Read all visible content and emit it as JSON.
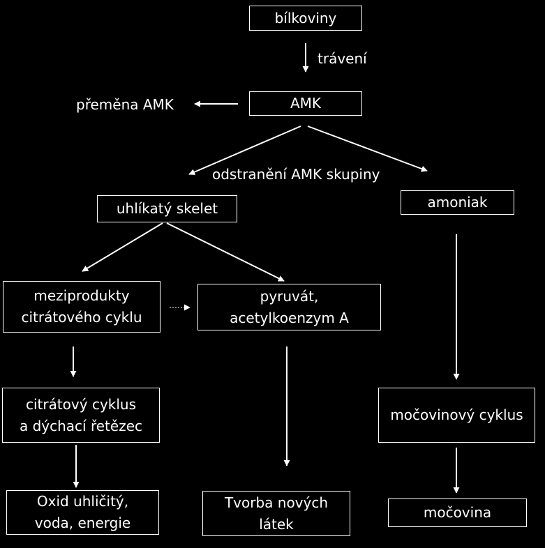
{
  "nodes": {
    "bilkoviny": "bílkoviny",
    "amk": "AMK",
    "skelet": "uhlíkatý skelet",
    "amoniak": "amoniak",
    "meziprodukty": "meziprodukty\ncitrátového cyklu",
    "pyruvat": "pyruvát,\nacetylkoenzym A",
    "citratovy_cyklus": "citrátový cyklus\na dýchací řetězec",
    "mocovinovy_cyklus": "močovinový cyklus",
    "oxid": "Oxid uhličitý,\nvoda, energie",
    "tvorba": "Tvorba nových\nlátek",
    "mocovina": "močovina"
  },
  "labels": {
    "traveni": "trávení",
    "premena": "přeměna AMK",
    "odstraneni": "odstranění AMK skupiny"
  },
  "colors": {
    "background": "#000000",
    "foreground": "#ffffff"
  }
}
